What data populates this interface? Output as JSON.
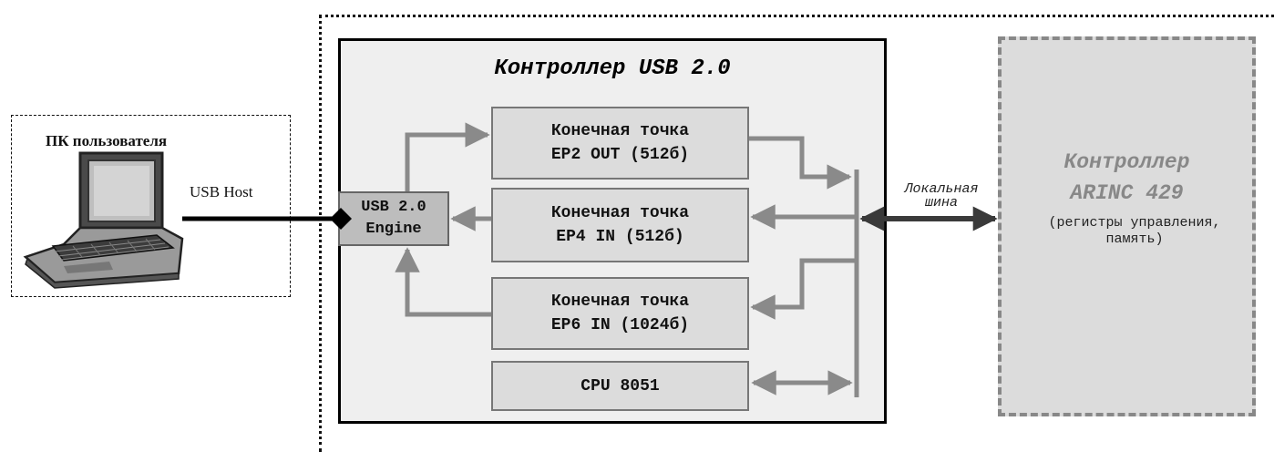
{
  "pc": {
    "title": "ПК пользователя",
    "host_label": "USB Host"
  },
  "controller": {
    "title": "Контроллер USB 2.0"
  },
  "engine": {
    "line1": "USB 2.0",
    "line2": "Engine"
  },
  "endpoints": [
    {
      "line1": "Конечная точка",
      "line2": "EP2 OUT (512б)"
    },
    {
      "line1": "Конечная точка",
      "line2": "EP4 IN (512б)"
    },
    {
      "line1": "Конечная точка",
      "line2": "EP6 IN (1024б)"
    }
  ],
  "cpu": {
    "label": "CPU 8051"
  },
  "bus": {
    "line1": "Локальная",
    "line2": "шина"
  },
  "arinc": {
    "line1": "Контроллер",
    "line2": "ARINC 429",
    "desc1": "(регистры управления,",
    "desc2": "память)"
  },
  "colors": {
    "arrow_gray": "#8a8a8a",
    "bus_dark": "#3a3a3a",
    "box_fill": "#dcdcdc",
    "controller_fill": "#efefef"
  },
  "icons": {
    "pc": "laptop-icon",
    "connector": "diamond-connector-icon"
  }
}
